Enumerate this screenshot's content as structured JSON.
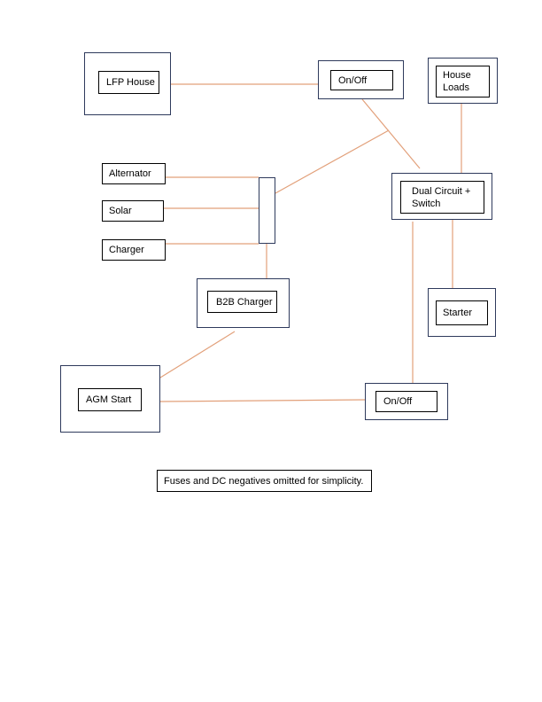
{
  "diagram": {
    "lfp_house": "LFP House",
    "on_off_top": "On/Off",
    "house_loads": "House\nLoads",
    "alternator": "Alternator",
    "solar": "Solar",
    "charger": "Charger",
    "dual_circuit_switch": "Dual Circuit +\nSwitch",
    "b2b_charger": "B2B Charger",
    "starter": "Starter",
    "agm_start": "AGM Start",
    "on_off_bottom": "On/Off",
    "note": "Fuses and DC negatives omitted for simplicity."
  },
  "colors": {
    "wire": "#E2A07A",
    "box_border": "#2E3A5C"
  }
}
